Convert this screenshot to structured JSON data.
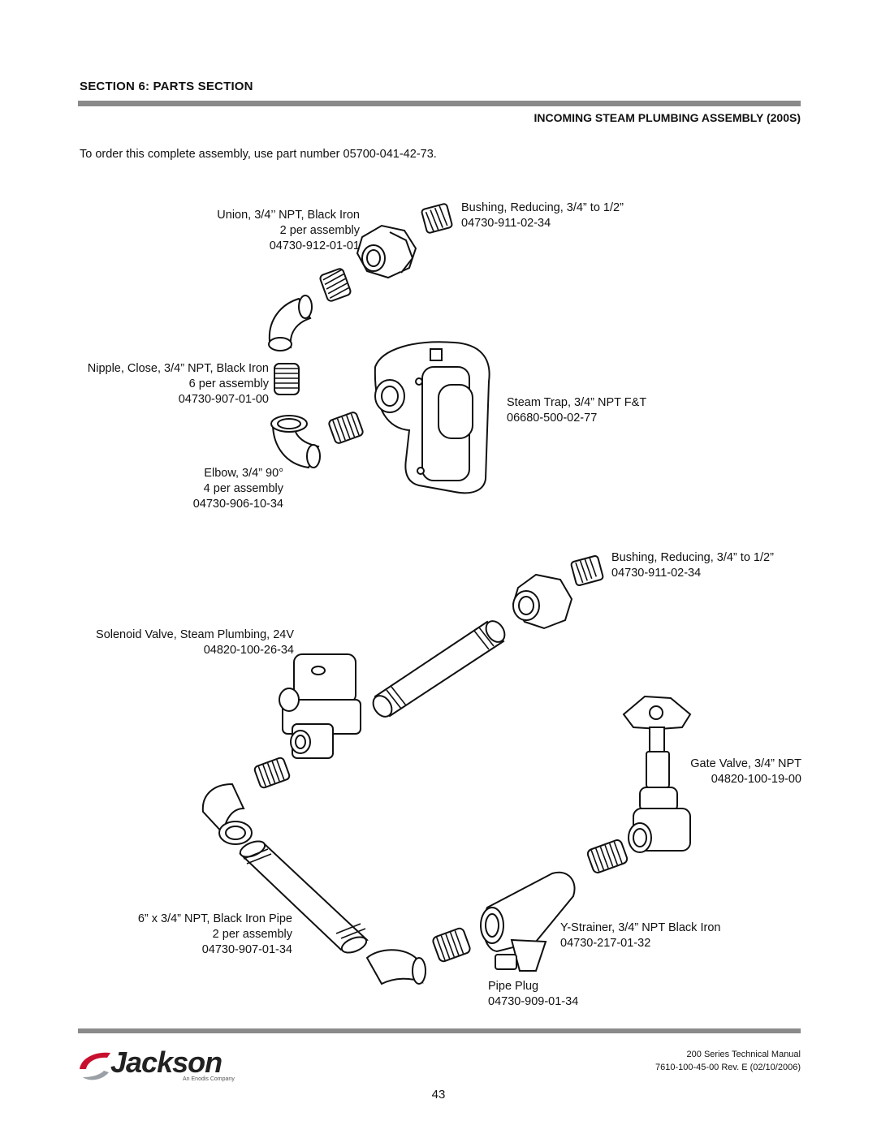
{
  "header": {
    "section_title": "SECTION 6: PARTS SECTION",
    "subtitle": "INCOMING STEAM PLUMBING ASSEMBLY (200S)",
    "intro": "To order this complete assembly, use part number 05700-041-42-73."
  },
  "labels": {
    "union": {
      "name": "Union, 3/4’’ NPT, Black Iron",
      "qty": "2 per assembly",
      "part": "04730-912-01-01"
    },
    "bushing1": {
      "name": "Bushing, Reducing, 3/4” to 1/2”",
      "part": "04730-911-02-34"
    },
    "nipple": {
      "name": "Nipple, Close, 3/4” NPT, Black Iron",
      "qty": "6 per assembly",
      "part": "04730-907-01-00"
    },
    "steam_trap": {
      "name": "Steam Trap, 3/4” NPT F&T",
      "part": "06680-500-02-77"
    },
    "elbow": {
      "name": "Elbow, 3/4” 90°",
      "qty": "4 per assembly",
      "part": "04730-906-10-34"
    },
    "bushing2": {
      "name": "Bushing, Reducing, 3/4” to 1/2”",
      "part": "04730-911-02-34"
    },
    "solenoid": {
      "name": "Solenoid Valve, Steam Plumbing, 24V",
      "part": "04820-100-26-34"
    },
    "gate_valve": {
      "name": "Gate Valve, 3/4” NPT",
      "part": "04820-100-19-00"
    },
    "pipe": {
      "name": "6” x 3/4” NPT, Black Iron Pipe",
      "qty": "2 per assembly",
      "part": "04730-907-01-34"
    },
    "strainer": {
      "name": "Y-Strainer, 3/4” NPT Black Iron",
      "part": "04730-217-01-32"
    },
    "plug": {
      "name": "Pipe Plug",
      "part": "04730-909-01-34"
    }
  },
  "footer": {
    "manual": "200 Series Technical Manual",
    "doc_number": "7610-100-45-00 Rev. E (02/10/2006)",
    "page_number": "43",
    "logo_text": "Jackson",
    "logo_tagline": "An Enodis Company"
  }
}
